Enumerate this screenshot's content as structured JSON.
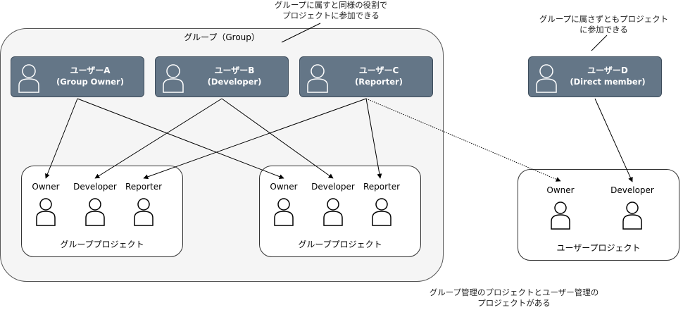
{
  "notes": {
    "top_line1": "グループに属すと同様の役割で",
    "top_line2": "プロジェクトに参加できる",
    "right_line1": "グループに属さずともプロジェクト",
    "right_line2": "に参加できる",
    "bottom_line1": "グループ管理のプロジェクトとユーザー管理の",
    "bottom_line2": "プロジェクトがある"
  },
  "group": {
    "title": "グループ（Group）"
  },
  "users": [
    {
      "name": "ユーザーA",
      "role": "(Group Owner)"
    },
    {
      "name": "ユーザーB",
      "role": "(Developer)"
    },
    {
      "name": "ユーザーC",
      "role": "(Reporter)"
    },
    {
      "name": "ユーザーD",
      "role": "(Direct member)"
    }
  ],
  "projects": [
    {
      "title": "グループプロジェクト",
      "roles": [
        "Owner",
        "Developer",
        "Reporter"
      ]
    },
    {
      "title": "グループプロジェクト",
      "roles": [
        "Owner",
        "Developer",
        "Reporter"
      ]
    },
    {
      "title": "ユーザープロジェクト",
      "roles": [
        "Owner",
        "Developer"
      ]
    }
  ],
  "colors": {
    "user_card": "#647687",
    "group_bg": "#f5f5f5"
  }
}
